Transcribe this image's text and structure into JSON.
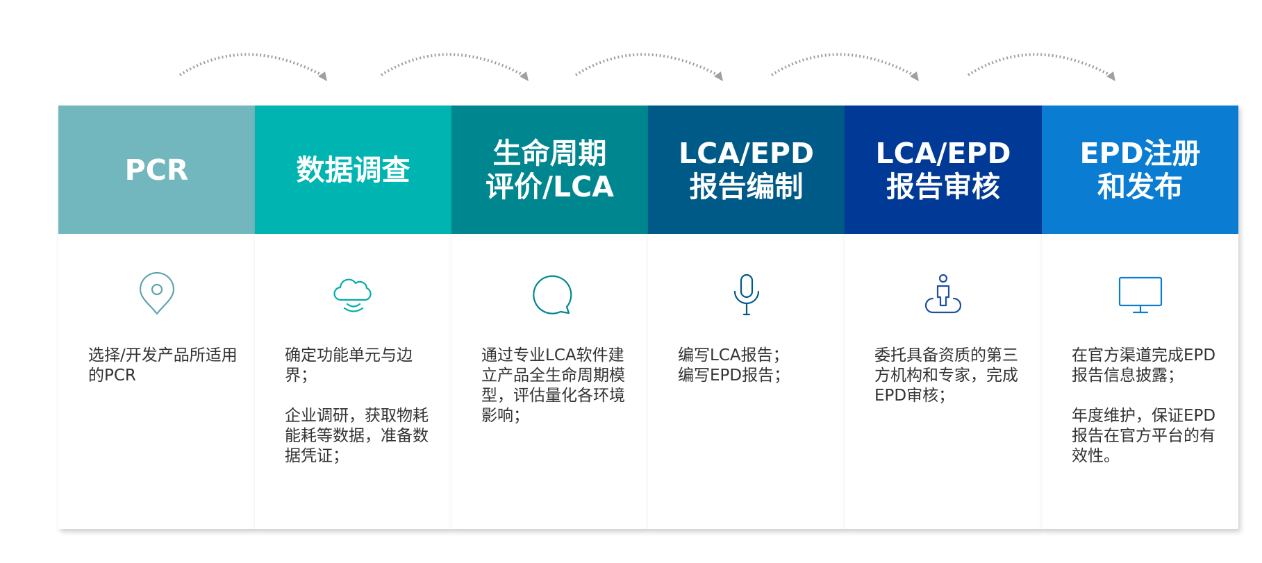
{
  "steps": [
    {
      "title": [
        "PCR"
      ],
      "header_color": "#73B7BE",
      "icon": "location-pin-icon",
      "icon_color": "#5FA5AE",
      "paragraphs": [
        "选择/开发产品所适用的PCR"
      ]
    },
    {
      "title": [
        "数据调查"
      ],
      "header_color": "#00B5B1",
      "icon": "cloud-icon",
      "icon_color": "#00AEA8",
      "paragraphs": [
        "确定功能单元与边界；",
        "企业调研，获取物耗能耗等数据，准备数据凭证；"
      ]
    },
    {
      "title": [
        "生命周期",
        "评价/LCA"
      ],
      "header_color": "#00868F",
      "icon": "chat-bubble-icon",
      "icon_color": "#00868F",
      "paragraphs": [
        "通过专业LCA软件建立产品全生命周期模型，评估量化各环境影响；"
      ]
    },
    {
      "title": [
        "LCA/EPD",
        "报告编制"
      ],
      "header_color": "#005A87",
      "icon": "microphone-icon",
      "icon_color": "#005A87",
      "paragraphs": [
        "编写LCA报告；\n编写EPD报告；"
      ]
    },
    {
      "title": [
        "LCA/EPD",
        "报告审核"
      ],
      "header_color": "#003A96",
      "icon": "person-on-podium-icon",
      "icon_color": "#1E4FA0",
      "paragraphs": [
        "委托具备资质的第三方机构和专家，完成EPD审核；"
      ]
    },
    {
      "title": [
        "EPD注册",
        "和发布"
      ],
      "header_color": "#0A7CD2",
      "icon": "monitor-icon",
      "icon_color": "#0A7CD2",
      "paragraphs": [
        "在官方渠道完成EPD报告信息披露；",
        "年度维护，保证EPD报告在官方平台的有效性。"
      ]
    }
  ],
  "arrow_color": "#A0A0A0"
}
